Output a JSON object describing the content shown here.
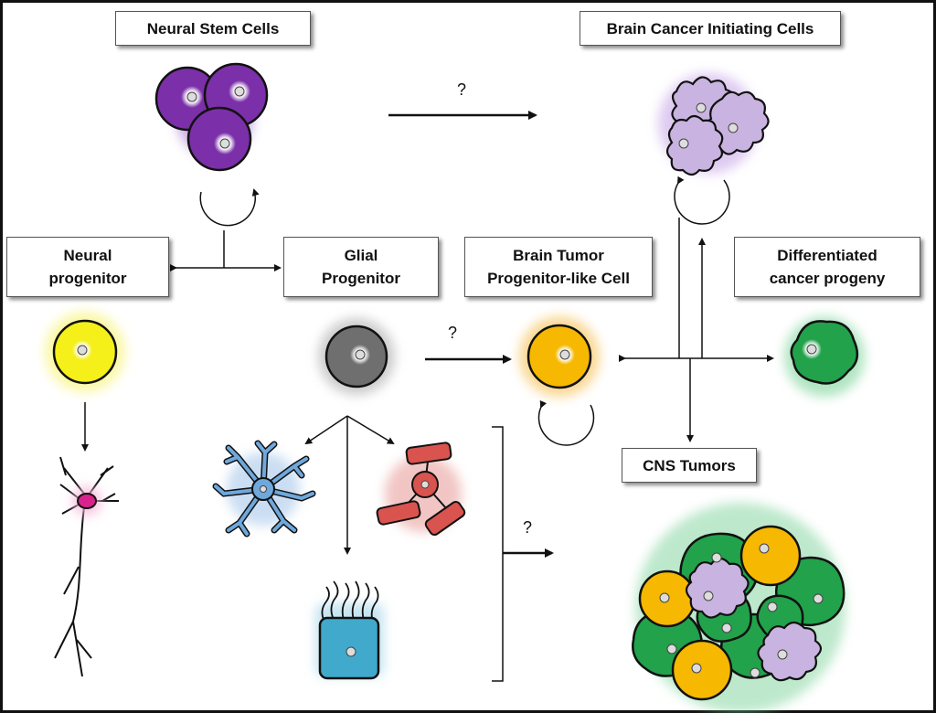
{
  "labels": {
    "neural_stem_cells": "Neural Stem Cells",
    "brain_cancer_initiating_cells": "Brain Cancer Initiating Cells",
    "neural_progenitor": "Neural\nprogenitor",
    "glial_progenitor": "Glial\nProgenitor",
    "brain_tumor_progenitor": "Brain Tumor\nProgenitor-like Cell",
    "differentiated_cancer_progeny": "Differentiated\ncancer progeny",
    "cns_tumors": "CNS Tumors"
  },
  "question_marks": {
    "stem_to_cancer": "?",
    "glial_to_tumor": "?",
    "glia_to_cns": "?"
  },
  "colors": {
    "stem_cell": "#7b2fa8",
    "cancer_cell": "#c9b3e0",
    "neural_progenitor": "#f5ef1a",
    "glial_progenitor": "#6f6f6f",
    "tumor_progenitor": "#f6b800",
    "differentiated_progeny": "#22a24b",
    "neuron_soma": "#d9238c",
    "astrocyte": "#6fa8dc",
    "oligodendrocyte": "#d9534f",
    "ependymal": "#41a9cc"
  }
}
